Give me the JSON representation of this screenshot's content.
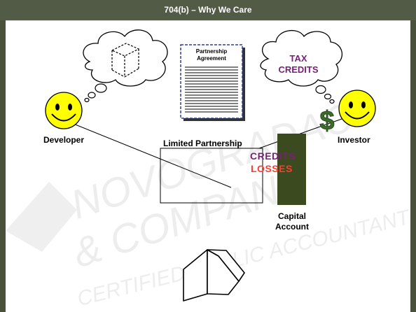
{
  "slide": {
    "title": "704(b) – Why We Care",
    "watermark": {
      "line1": "NOVOGRADAC",
      "line2": "& COMPANY",
      "line3": "CERTIFIED PUBLIC ACCOUNTANTS"
    }
  },
  "diagram": {
    "developer_label": "Developer",
    "investor_label": "Investor",
    "partnership_label": "Limited Partnership",
    "agreement_line1": "Partnership",
    "agreement_line2": "Agreement",
    "tax_credits_line1": "TAX",
    "tax_credits_line2": "CREDITS",
    "credits_label": "CREDITS",
    "losses_label": "LOSSES",
    "capital_account_line1": "Capital",
    "capital_account_line2": "Account",
    "dollar_sign": "$"
  },
  "colors": {
    "title_bar": "#525b45",
    "credits": "#7b1e7a",
    "losses": "#ff3b2f",
    "capital_account": "#3c4a20",
    "smiley": "#ffff00",
    "dollar": "#3d6b2a"
  }
}
